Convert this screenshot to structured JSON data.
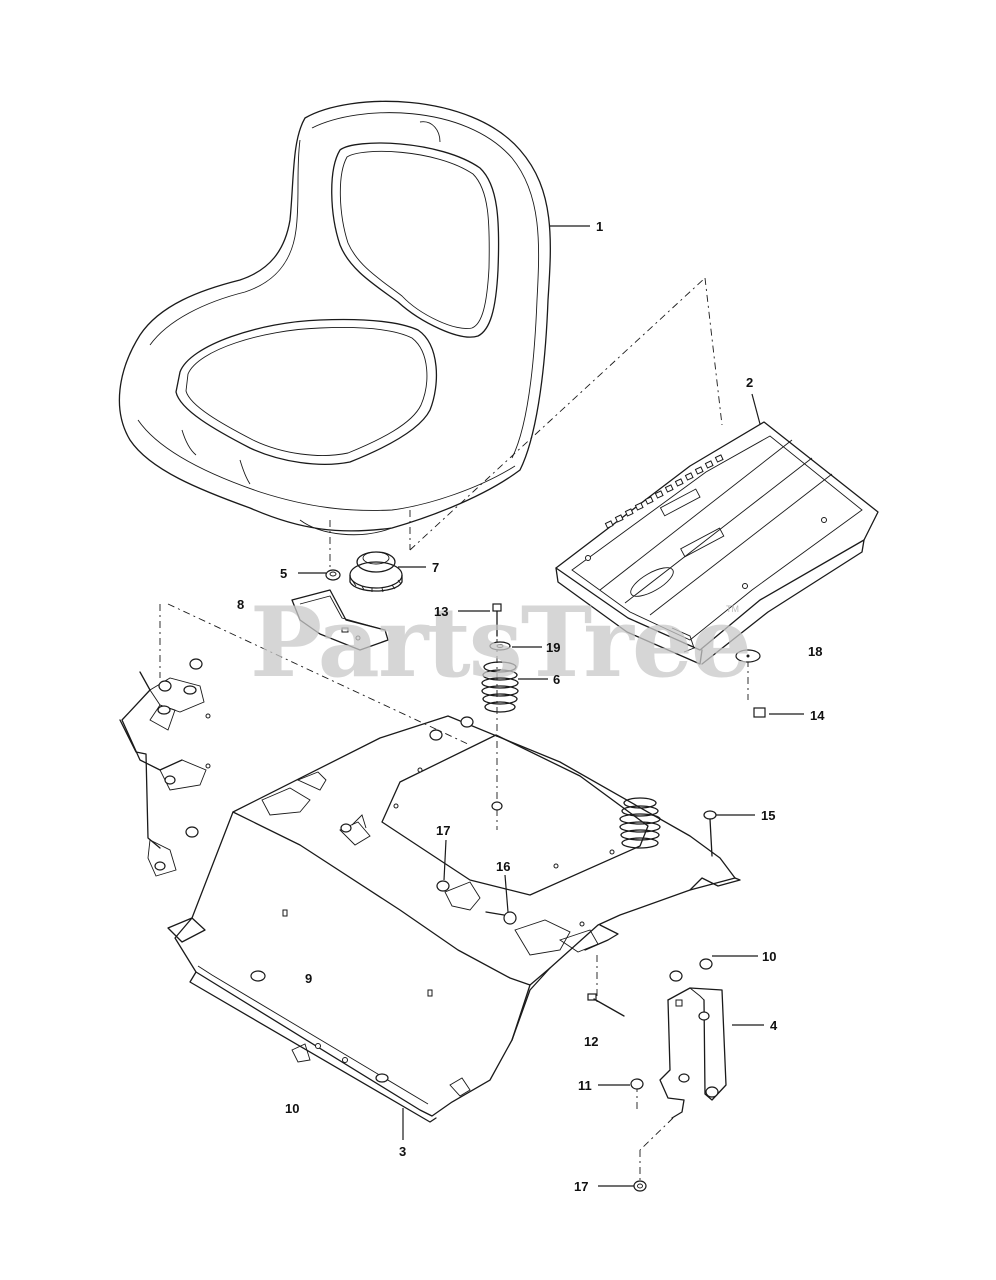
{
  "watermark": {
    "text": "PartsTree",
    "tm": "TM"
  },
  "callouts": [
    {
      "id": "c1",
      "label": "1"
    },
    {
      "id": "c2",
      "label": "2"
    },
    {
      "id": "c3",
      "label": "3"
    },
    {
      "id": "c4",
      "label": "4"
    },
    {
      "id": "c5",
      "label": "5"
    },
    {
      "id": "c6",
      "label": "6"
    },
    {
      "id": "c7",
      "label": "7"
    },
    {
      "id": "c8",
      "label": "8"
    },
    {
      "id": "c9",
      "label": "9"
    },
    {
      "id": "c10a",
      "label": "10"
    },
    {
      "id": "c10b",
      "label": "10"
    },
    {
      "id": "c11",
      "label": "11"
    },
    {
      "id": "c12",
      "label": "12"
    },
    {
      "id": "c13",
      "label": "13"
    },
    {
      "id": "c14",
      "label": "14"
    },
    {
      "id": "c15",
      "label": "15"
    },
    {
      "id": "c16",
      "label": "16"
    },
    {
      "id": "c17a",
      "label": "17"
    },
    {
      "id": "c17b",
      "label": "17"
    },
    {
      "id": "c18",
      "label": "18"
    },
    {
      "id": "c19",
      "label": "19"
    }
  ]
}
